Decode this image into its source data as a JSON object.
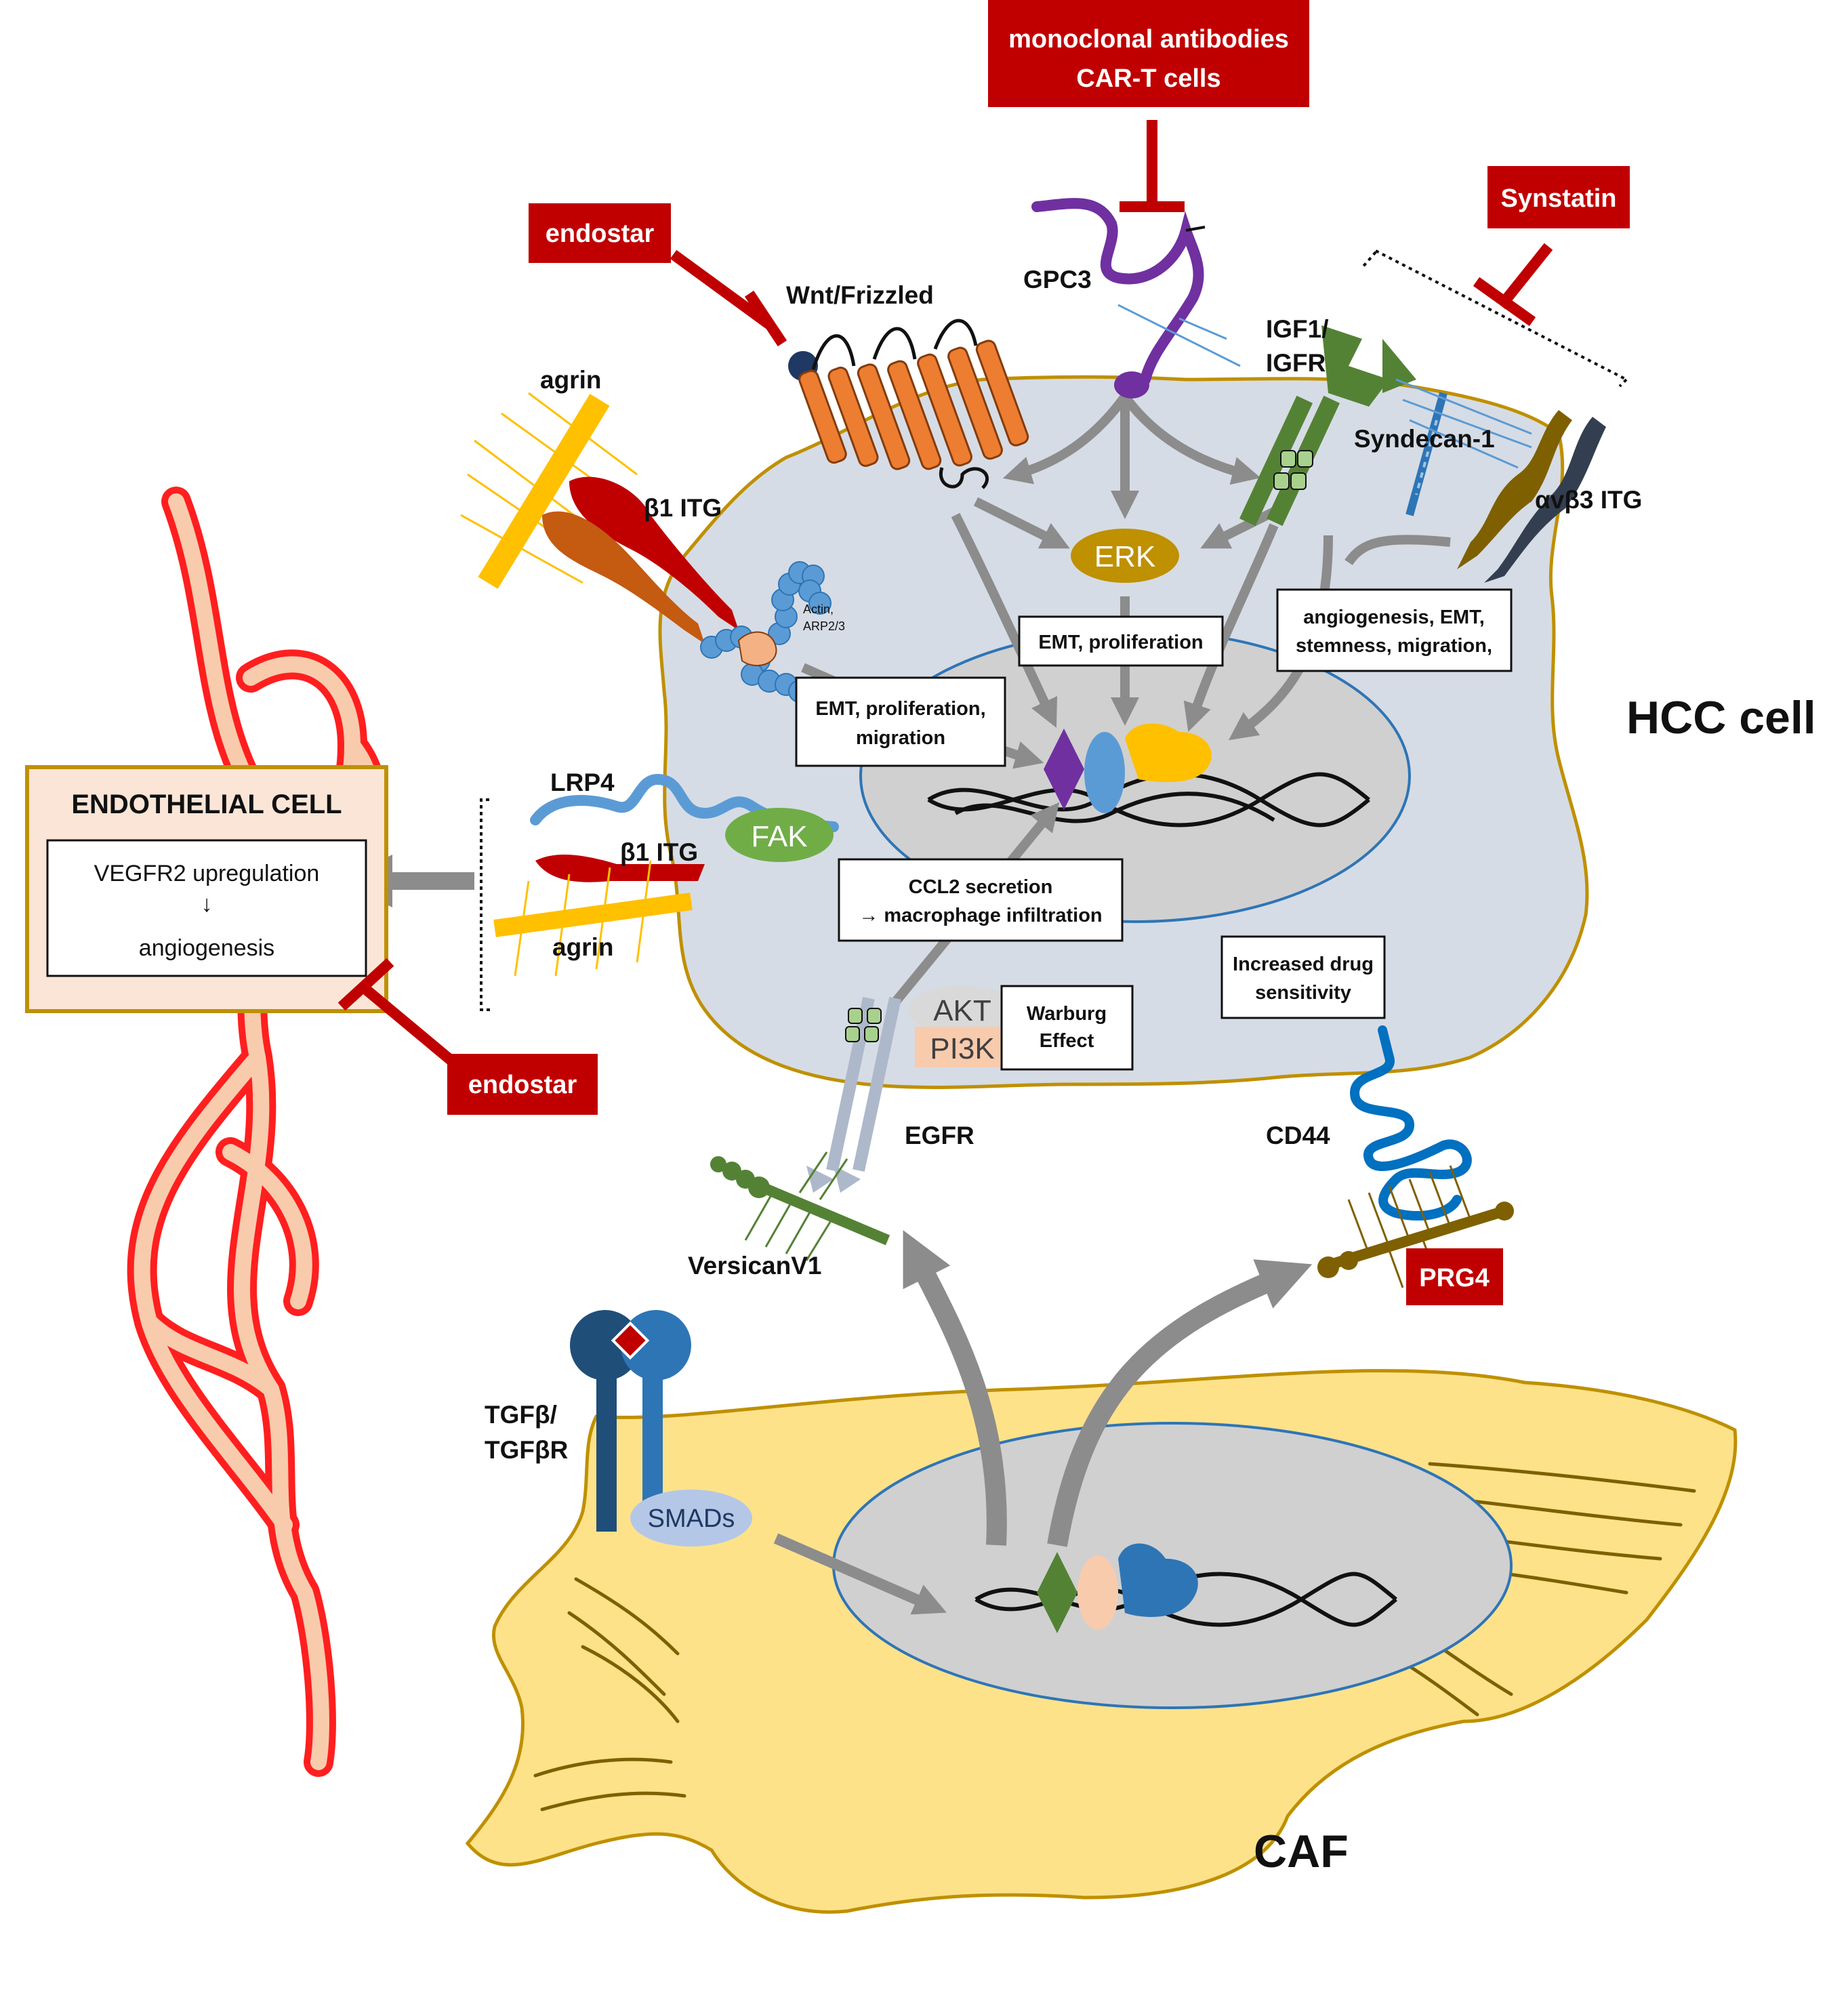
{
  "cells": {
    "hcc": "HCC cell",
    "caf": "CAF",
    "endothelial": "ENDOTHELIAL CELL"
  },
  "endothelial_box": {
    "line1": "VEGFR2 upregulation",
    "arrow": "↓",
    "line2": "angiogenesis"
  },
  "drugs": {
    "mab_line1": "monoclonal antibodies",
    "mab_line2": "CAR-T cells",
    "synstatin": "Synstatin",
    "endostar_top": "endostar",
    "endostar_bottom": "endostar",
    "prg4": "PRG4"
  },
  "receptors": {
    "wnt": "Wnt/Frizzled",
    "gpc3": "GPC3",
    "igf_line1": "IGF1/",
    "igf_line2": "IGFR",
    "syndecan": "Syndecan-1",
    "avb3": "αvβ3 ITG",
    "agrin_top": "agrin",
    "b1itg_top": "β1 ITG",
    "actin_line1": "Actin,",
    "actin_line2": "ARP2/3",
    "lrp4": "LRP4",
    "b1itg_mid": "β1 ITG",
    "agrin_mid": "agrin",
    "fak": "FAK",
    "egfr": "EGFR",
    "versican": "VersicanV1",
    "cd44": "CD44",
    "tgf_line1": "TGFβ/",
    "tgf_line2": "TGFβR",
    "smads": "SMADs",
    "erk": "ERK",
    "akt": "AKT",
    "pi3k": "PI3K"
  },
  "effects": {
    "emt_prolif": "EMT, proliferation",
    "angio_line1": "angiogenesis, EMT,",
    "angio_line2": "stemness, migration,",
    "emt_mig_line1": "EMT, proliferation,",
    "emt_mig_line2": "migration",
    "ccl2_line1": "CCL2 secretion",
    "ccl2_line2": "→ macrophage infiltration",
    "warburg_line1": "Warburg",
    "warburg_line2": "Effect",
    "drug_line1": "Increased drug",
    "drug_line2": "sensitivity"
  },
  "colors": {
    "drug_red": "#c00000",
    "hcc_fill": "#d6dce5",
    "cell_border": "#bf9000",
    "caf_fill": "#fde28a",
    "nucleus_fill": "#d0d0d0",
    "arrow_gray": "#8c8c8c",
    "vessel_red": "#ff1f1f",
    "vessel_fill": "#f8cbad"
  }
}
